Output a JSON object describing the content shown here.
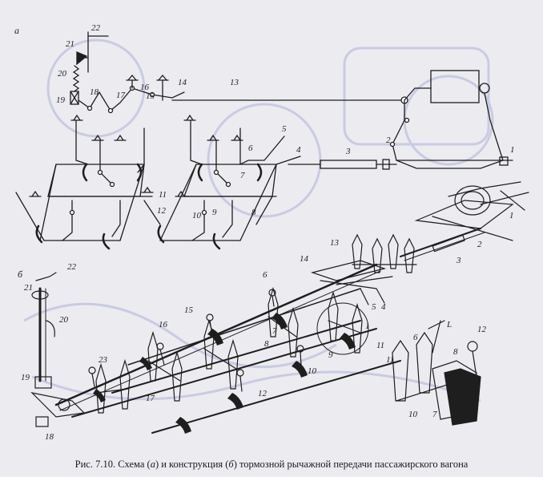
{
  "figure": {
    "panel_a_letter": "a",
    "panel_b_letter": "б",
    "labels_a": [
      "22",
      "21",
      "20",
      "19",
      "18",
      "17",
      "16",
      "15",
      "14",
      "13",
      "5",
      "6",
      "4",
      "3",
      "2",
      "1",
      "7",
      "11",
      "10",
      "9",
      "12",
      "8"
    ],
    "labels_b": [
      "22",
      "21",
      "20",
      "19",
      "18",
      "23",
      "17",
      "16",
      "15",
      "14",
      "13",
      "12",
      "6",
      "8",
      "7",
      "10",
      "9",
      "11",
      "1",
      "5",
      "4",
      "3",
      "2",
      "L",
      "12",
      "6",
      "8",
      "11",
      "10",
      "7",
      "1"
    ],
    "caption": {
      "prefix": "Рис. 7.10. Схема (",
      "a": "а",
      "middle": ") и конструкция (",
      "b": "б",
      "suffix": ") тормозной рычажной передачи пассажирского вагона"
    },
    "colors": {
      "line": "#1e1e1e",
      "paper": "#ecebf0",
      "ghost": "#c9cbe3"
    }
  }
}
